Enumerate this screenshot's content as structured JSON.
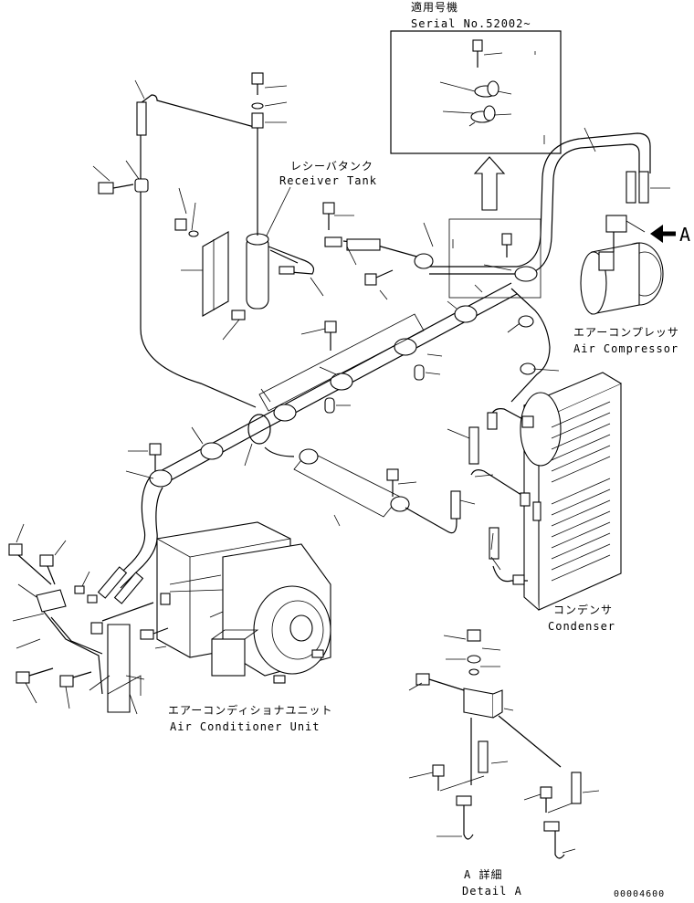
{
  "serial_box": {
    "line1": "適用号機",
    "line2": "Serial No.52002~"
  },
  "labels": {
    "receiver_tank_jp": "レシーバタンク",
    "receiver_tank_en": "Receiver Tank",
    "air_compressor_jp": "エアーコンプレッサ",
    "air_compressor_en": "Air Compressor",
    "condenser_jp": "コンデンサ",
    "condenser_en": "Condenser",
    "ac_unit_jp": "エアーコンディショナユニット",
    "ac_unit_en": "Air Conditioner Unit",
    "detail_jp": "A 詳細",
    "detail_en": "Detail A",
    "view_arrow": "A"
  },
  "drawing_number": "00004600"
}
